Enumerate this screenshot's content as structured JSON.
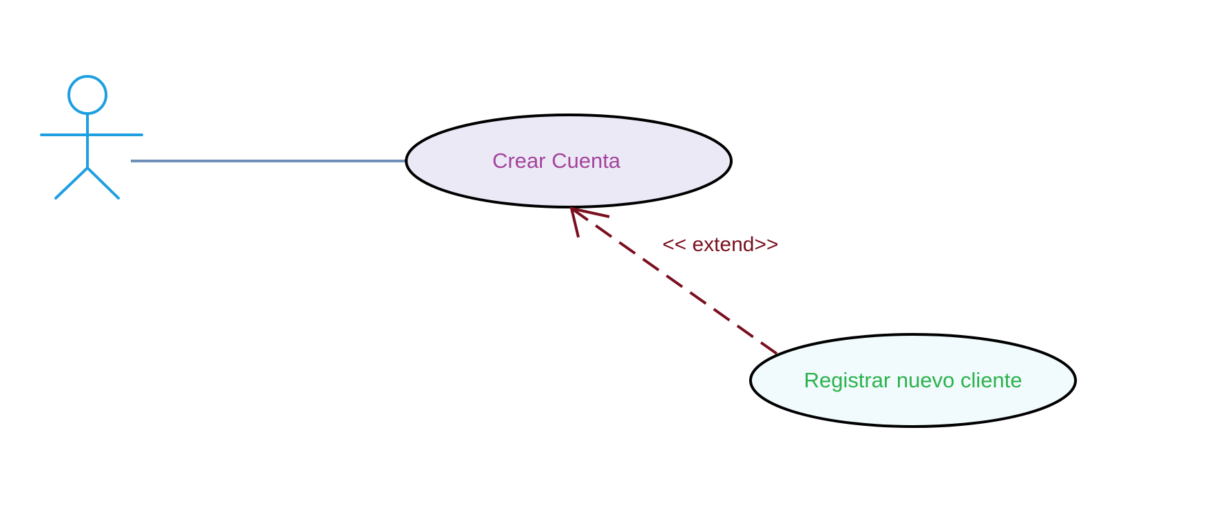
{
  "colors": {
    "actor": "#1e9fe0",
    "association": "#6d8fb8",
    "extend": "#7a0f1e",
    "outline": "#000000",
    "uc1_fill": "#ece9f7",
    "uc1_text": "#a3449b",
    "uc2_fill": "#f1fafc",
    "uc2_text": "#2bb24c",
    "extend_text": "#7a0f1e"
  },
  "use_cases": {
    "crear_cuenta": {
      "label": "Crear Cuenta"
    },
    "registrar": {
      "label": "Registrar nuevo cliente"
    }
  },
  "relationships": {
    "extend": {
      "label": "<< extend>>"
    }
  }
}
